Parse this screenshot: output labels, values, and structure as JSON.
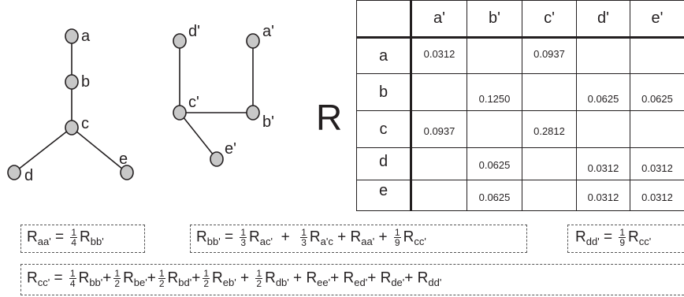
{
  "graph1": {
    "nodes": [
      "a",
      "b",
      "c",
      "d",
      "e"
    ]
  },
  "graph2": {
    "nodes": [
      "d'",
      "a'",
      "c'",
      "b'",
      "e'"
    ]
  },
  "matrix": {
    "symbol": "R",
    "columns": [
      "a'",
      "b'",
      "c'",
      "d'",
      "e'"
    ],
    "rows": [
      {
        "label": "a",
        "cells": [
          "0.0312",
          "",
          "0.0937",
          "",
          ""
        ]
      },
      {
        "label": "b",
        "cells": [
          "",
          "0.1250",
          "",
          "0.0625",
          "0.0625"
        ]
      },
      {
        "label": "c",
        "cells": [
          "0.0937",
          "",
          "0.2812",
          "",
          ""
        ]
      },
      {
        "label": "d",
        "cells": [
          "",
          "0.0625",
          "",
          "0.0312",
          "0.0312"
        ]
      },
      {
        "label": "e",
        "cells": [
          "",
          "0.0625",
          "",
          "0.0312",
          "0.0312"
        ]
      }
    ]
  },
  "equations": {
    "eq1": {
      "lhs": "aa'",
      "f1_num": "1",
      "f1_den": "4",
      "t1": "bb'"
    },
    "eq2": {
      "lhs": "bb'",
      "f1_num": "1",
      "f1_den": "3",
      "t1": "ac'",
      "f2_num": "1",
      "f2_den": "3",
      "t2": "a'c",
      "t3": "aa'",
      "f4_num": "1",
      "f4_den": "9",
      "t4": "cc'"
    },
    "eq3": {
      "lhs": "dd'",
      "f1_num": "1",
      "f1_den": "9",
      "t1": "cc'"
    },
    "eq4": {
      "lhs": "cc'",
      "f1_num": "1",
      "f1_den": "4",
      "t1": "bb'",
      "f2_num": "1",
      "f2_den": "2",
      "t2": "be'",
      "f3_num": "1",
      "f3_den": "2",
      "t3": "bd'",
      "f4_num": "1",
      "f4_den": "2",
      "t4": "eb'",
      "f5_num": "1",
      "f5_den": "2",
      "t5": "db'",
      "t6": "ee'",
      "t7": "ed'",
      "t8": "de'",
      "t9": "dd'"
    },
    "R": "R",
    "eq": "=",
    "plus": "+"
  }
}
